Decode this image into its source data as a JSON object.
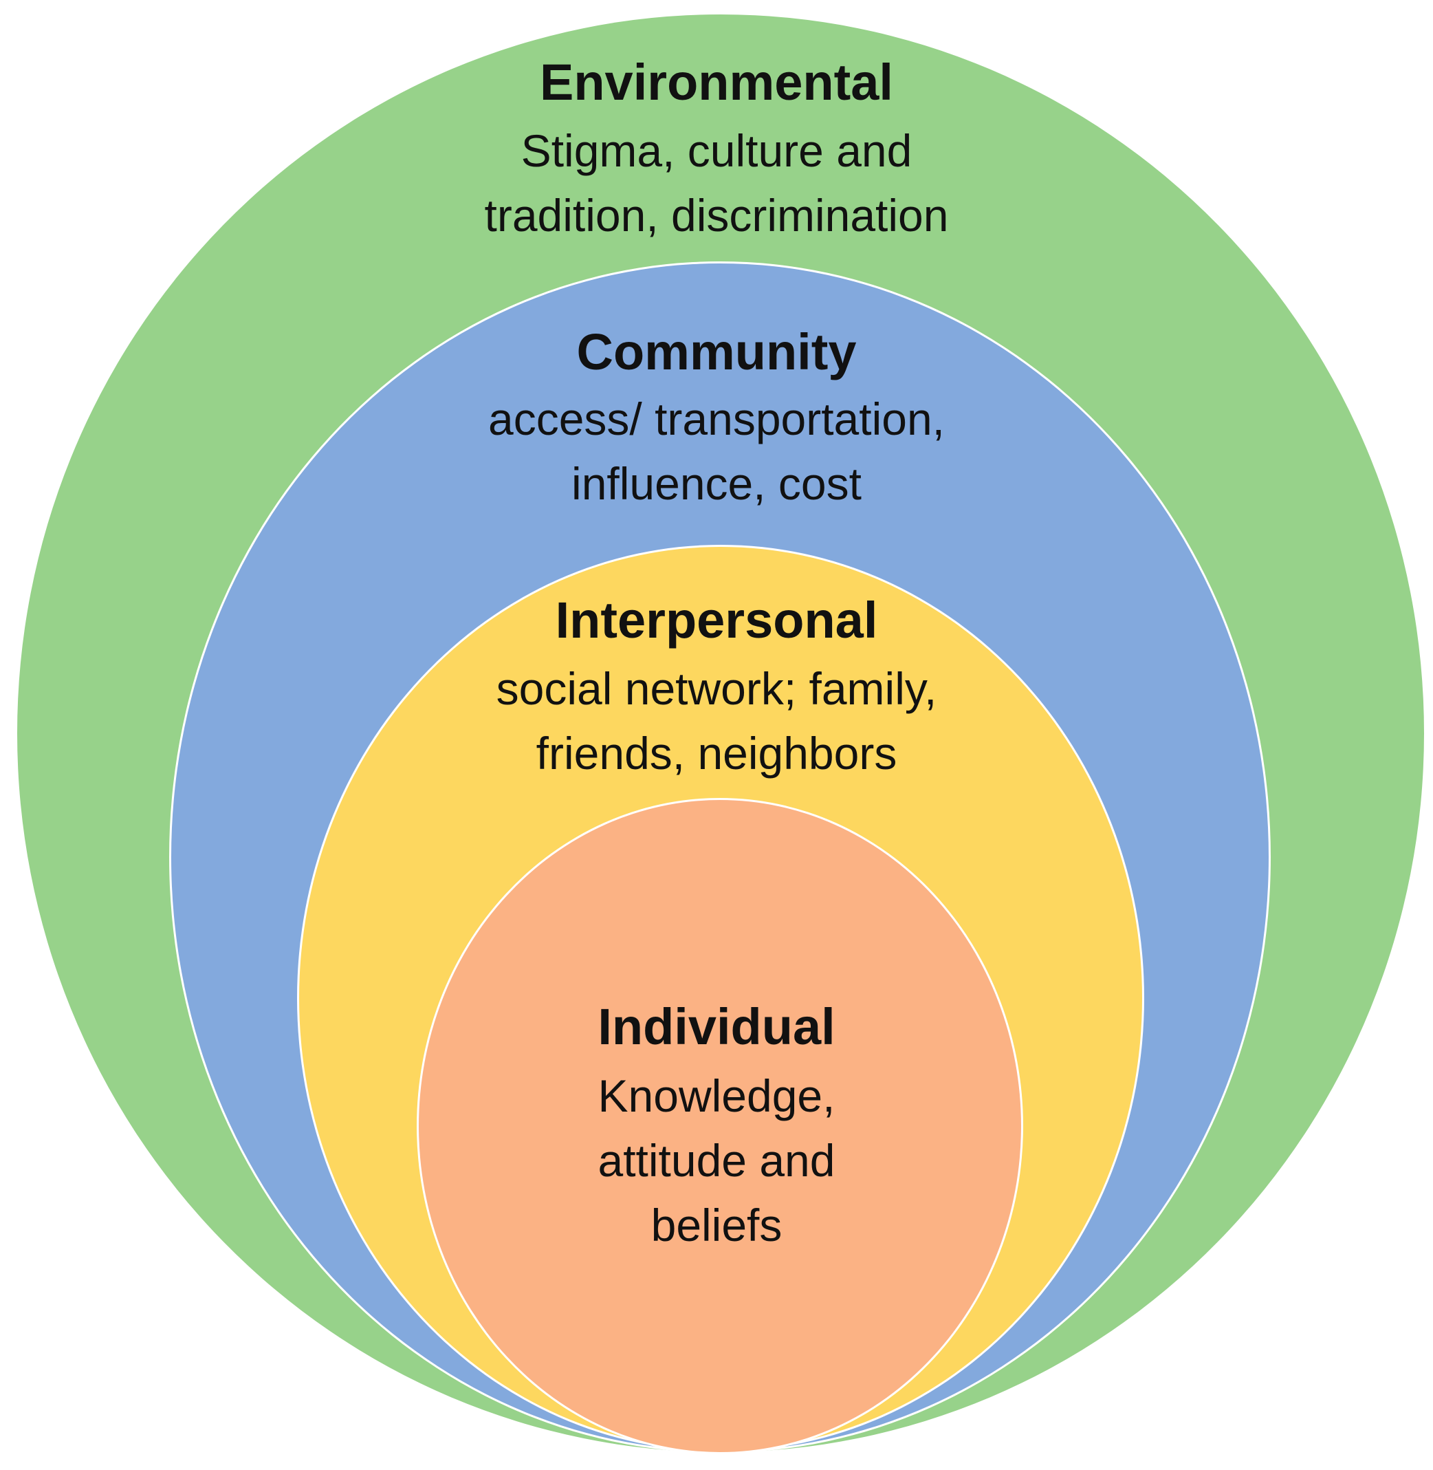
{
  "colors": {
    "environmental": "#97d28a",
    "community": "#83a9dd",
    "interpersonal": "#fdd75f",
    "individual": "#fbb284",
    "ring_outline": "#ffffff",
    "text": "#111111"
  },
  "layers": {
    "environmental": {
      "title": "Environmental",
      "lines": [
        "Stigma, culture and",
        "tradition, discrimination"
      ]
    },
    "community": {
      "title": "Community",
      "lines": [
        "access/ transportation,",
        "influence, cost"
      ]
    },
    "interpersonal": {
      "title": "Interpersonal",
      "lines": [
        "social network; family,",
        "friends, neighbors"
      ]
    },
    "individual": {
      "title": "Individual",
      "lines": [
        "Knowledge,",
        "attitude and",
        "beliefs"
      ]
    }
  }
}
